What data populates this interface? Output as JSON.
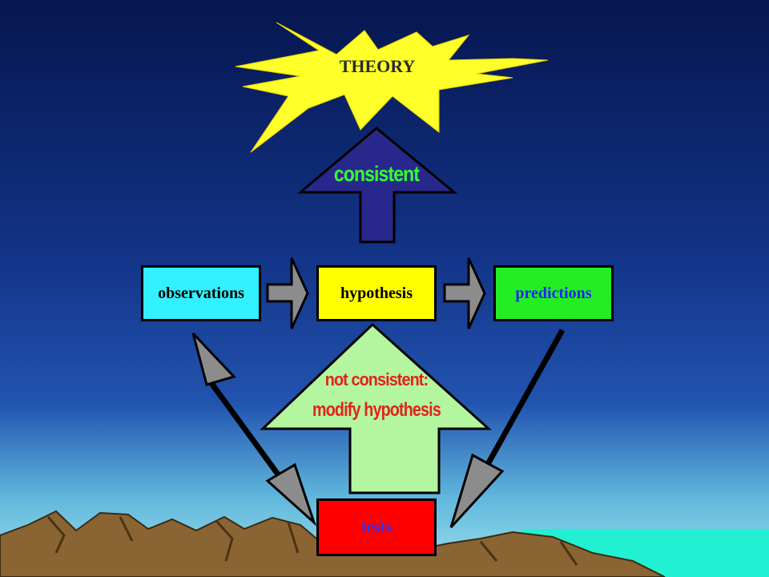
{
  "diagram": {
    "theory": "THEORY",
    "consistent": "consistent",
    "not_consistent_line1": "not consistent:",
    "not_consistent_line2": "modify hypothesis",
    "nodes": {
      "observations": "observations",
      "hypothesis": "hypothesis",
      "predictions": "predictions",
      "tests": "tests"
    }
  },
  "colors": {
    "sky_top": "#06164f",
    "sky_mid": "#1d49a8",
    "horizon": "#7fd6e6",
    "sea": "#22f0d2",
    "mountain": "#8a6433",
    "sun": "#ffff2a",
    "consistent_arrow": "#28288c",
    "consistent_text": "#33ff33",
    "not_consistent_arrow": "#b4f5a0",
    "not_consistent_text": "#e3221b",
    "observations_box": "#33f0ff",
    "hypothesis_box": "#ffff00",
    "predictions_box": "#22ee22",
    "predictions_text": "#2222ff",
    "tests_box": "#ff0000",
    "tests_text": "#3030ff",
    "connector_arrow": "#8c8c8c"
  },
  "icons": {
    "theory": "sunburst-icon",
    "flow_arrows": "chevron-right-icon",
    "test_links": "double-headed-arrow-icon"
  }
}
